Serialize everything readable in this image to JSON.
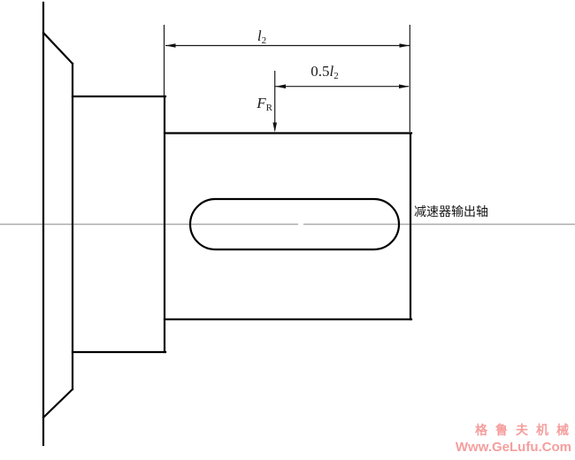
{
  "drawing": {
    "shaft_label": "减速器输出轴",
    "dim_l2": {
      "base": "l",
      "sub": "2"
    },
    "dim_half_l2": {
      "prefix": "0.5",
      "base": "l",
      "sub": "2"
    },
    "force_fr": {
      "base": "F",
      "sub": "R"
    }
  },
  "watermark": {
    "brand": "格鲁夫机械",
    "url": "Www.GeLufu.Com"
  },
  "colors": {
    "outline": "#000000",
    "thin_line": "#1a1a1a",
    "centerline": "#ababab",
    "watermark": "#f59e9e"
  }
}
